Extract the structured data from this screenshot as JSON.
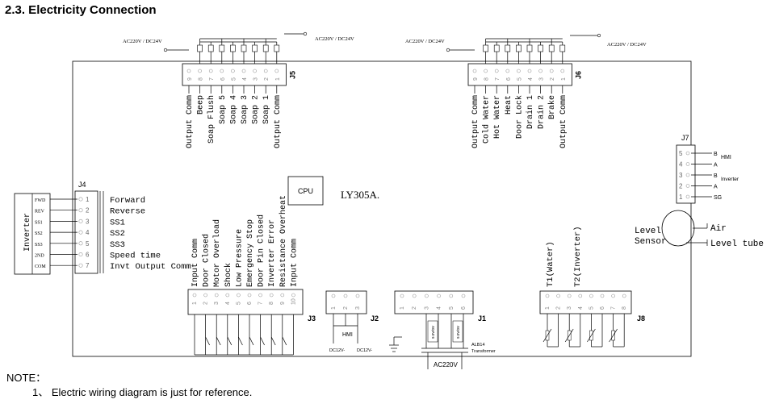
{
  "heading": "2.3. Electricity Connection",
  "note": {
    "label": "NOTE：",
    "item": "1、 Electric wiring diagram is just for reference."
  },
  "board": {
    "cpu": "CPU",
    "model": "LY305A."
  },
  "power_labels": {
    "j5_left": "AC220V / DC24V",
    "j5_right": "AC220V / DC24V",
    "j6_left": "AC220V / DC24V",
    "j6_right": "AC220V / DC24V"
  },
  "j5": {
    "name": "J5",
    "pins": [
      "9",
      "8",
      "7",
      "6",
      "5",
      "4",
      "3",
      "2",
      "1"
    ],
    "signals": [
      "Output Comm",
      "Beep",
      "Soap Flush",
      "Soap 5",
      "Soap 4",
      "Soap 3",
      "Soap 2",
      "Soap 1",
      "Output Comm"
    ]
  },
  "j6": {
    "name": "J6",
    "pins": [
      "9",
      "8",
      "7",
      "6",
      "5",
      "4",
      "3",
      "2",
      "1"
    ],
    "signals": [
      "Output Comm",
      "Cold Water",
      "Hot Water",
      "Heat",
      "Door Lock",
      "Drain 1",
      "Drain 2",
      "Brake",
      "Output Comm"
    ]
  },
  "j7": {
    "name": "J7",
    "pins": [
      "5",
      "4",
      "3",
      "2",
      "1"
    ],
    "signals": [
      "B",
      "A",
      "B",
      "A",
      "SG"
    ],
    "group_hmi": "HMI",
    "group_inverter": "Inverter"
  },
  "j4": {
    "name": "J4",
    "pins": [
      "1",
      "2",
      "3",
      "4",
      "5",
      "6",
      "7"
    ],
    "signals": [
      "Forward",
      "Reverse",
      "SS1",
      "SS2",
      "SS3",
      "Speed time",
      "Invt Output Comm"
    ],
    "inverter_title": "Inverter",
    "inverter_terminals": [
      "FWD",
      "REV",
      "SS1",
      "SS2",
      "SS3",
      "2ND",
      "COM"
    ]
  },
  "j3": {
    "name": "J3",
    "pins": [
      "1",
      "2",
      "3",
      "4",
      "5",
      "6",
      "7",
      "8",
      "9",
      "10"
    ],
    "signals": [
      "Input Comm",
      "Door Closed",
      "Motor Overload",
      "Shock",
      "Low Pressure",
      "Emergency Stop",
      "Door Pin Closed",
      "Inverter Error",
      "Resistance Overheat",
      "Input Comm"
    ]
  },
  "j2": {
    "name": "J2",
    "pins": [
      "1",
      "2",
      "3"
    ],
    "device": "HMI",
    "dc_left": "DC12V-",
    "dc_right": "DC12V-"
  },
  "j1": {
    "name": "J1",
    "pins": [
      "1",
      "2",
      "3",
      "4",
      "5",
      "6"
    ],
    "transformer": "ALB14 Transformer",
    "mains": "AC220V",
    "coil_left": "9.0V/0V",
    "coil_right": "9.0V/0V"
  },
  "j8": {
    "name": "J8",
    "pins": [
      "1",
      "2",
      "3",
      "4",
      "5",
      "6",
      "7",
      "8"
    ],
    "signals": [
      "T1(Water)",
      "T2(Inverter)"
    ]
  },
  "level_sensor": {
    "label": "Level Sensor",
    "air": "Air",
    "tube": "Level tube"
  }
}
